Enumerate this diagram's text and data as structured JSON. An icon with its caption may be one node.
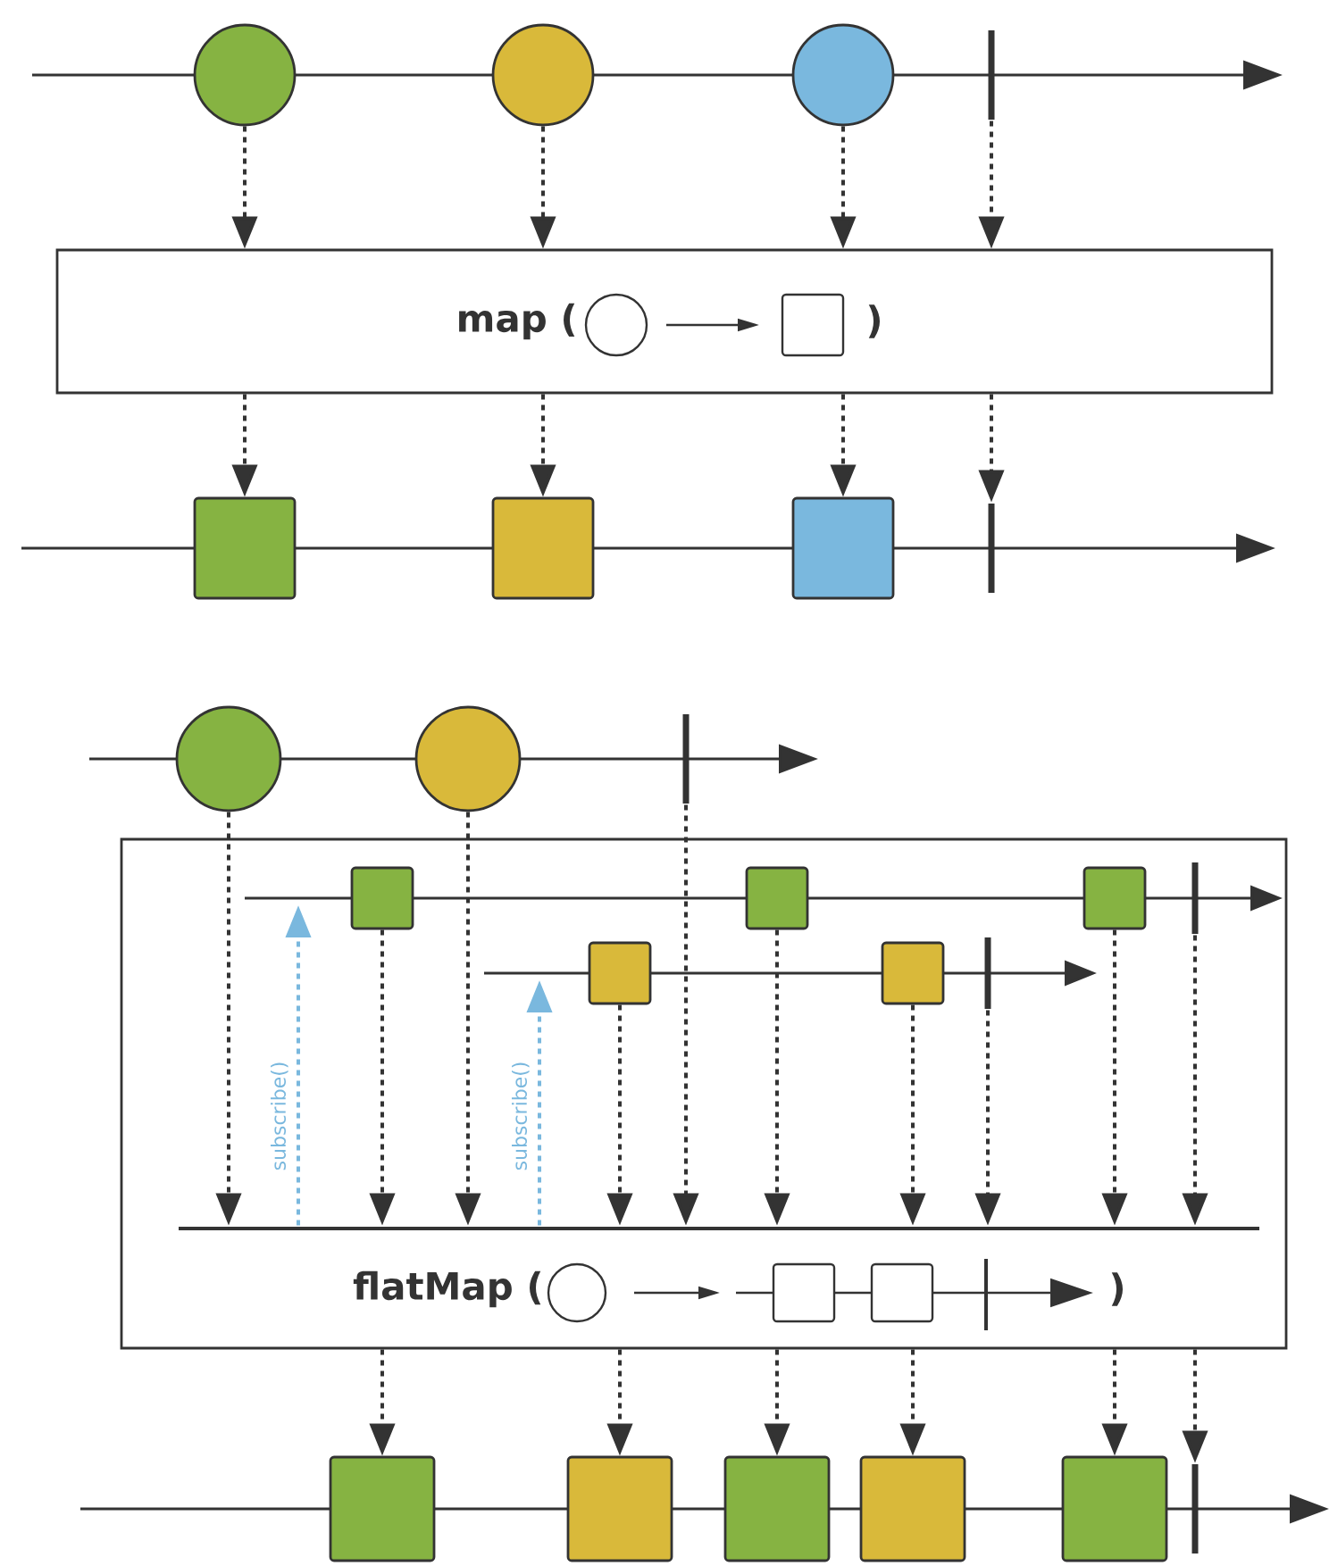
{
  "diagram": {
    "nodes": [
      {
        "text": [],
        "shape": "circle"
      },
      {
        "text": [],
        "shape": "circle"
      },
      {
        "text": [],
        "shape": "circle"
      },
      {
        "text": [],
        "shape": "bar"
      },
      {
        "text": [
          "map (",
          ")"
        ]
      },
      {
        "text": [],
        "shape": "box"
      },
      {
        "text": [],
        "shape": "box"
      },
      {
        "text": [],
        "shape": "box"
      },
      {
        "text": [],
        "shape": "bar"
      },
      {
        "text": [],
        "shape": "circle"
      },
      {
        "text": [],
        "shape": "circle"
      },
      {
        "text": [],
        "shape": "bar"
      },
      {
        "text": [
          "flatMap (",
          ")"
        ]
      },
      {
        "text": [],
        "shape": "box",
        "in": 12
      },
      {
        "text": [],
        "shape": "box",
        "in": 12
      },
      {
        "text": [],
        "shape": "box",
        "in": 12
      },
      {
        "text": [],
        "shape": "bar",
        "in": 12
      },
      {
        "text": [],
        "shape": "box",
        "in": 12
      },
      {
        "text": [],
        "shape": "box",
        "in": 12
      },
      {
        "text": [],
        "shape": "bar",
        "in": 12
      },
      {
        "text": [],
        "shape": "line",
        "in": 12
      },
      {
        "text": [],
        "shape": "box"
      },
      {
        "text": [],
        "shape": "box"
      },
      {
        "text": [],
        "shape": "box"
      },
      {
        "text": [],
        "shape": "box"
      },
      {
        "text": [],
        "shape": "box"
      },
      {
        "text": [],
        "shape": "bar"
      }
    ],
    "edges": [
      {
        "from": 0,
        "to": 4,
        "arrow": "to",
        "style": "dashed"
      },
      {
        "from": 1,
        "to": 4,
        "arrow": "to",
        "style": "dashed"
      },
      {
        "from": 2,
        "to": 4,
        "arrow": "to",
        "style": "dashed"
      },
      {
        "from": 3,
        "to": 4,
        "arrow": "to",
        "style": "dashed"
      },
      {
        "from": 4,
        "to": 5,
        "arrow": "to",
        "style": "dashed"
      },
      {
        "from": 4,
        "to": 6,
        "arrow": "to",
        "style": "dashed"
      },
      {
        "from": 4,
        "to": 7,
        "arrow": "to",
        "style": "dashed"
      },
      {
        "from": 4,
        "to": 8,
        "arrow": "to",
        "style": "dashed"
      },
      {
        "from": 9,
        "to": 20,
        "arrow": "to",
        "style": "dashed"
      },
      {
        "from": 10,
        "to": 20,
        "arrow": "to",
        "style": "dashed"
      },
      {
        "from": 11,
        "to": 20,
        "arrow": "to",
        "style": "dashed"
      },
      {
        "from": 13,
        "to": 20,
        "arrow": "to",
        "style": "dashed"
      },
      {
        "from": 14,
        "to": 20,
        "arrow": "to",
        "style": "dashed"
      },
      {
        "from": 15,
        "to": 20,
        "arrow": "to",
        "style": "dashed"
      },
      {
        "from": 16,
        "to": 20,
        "arrow": "to",
        "style": "dashed"
      },
      {
        "from": 17,
        "to": 20,
        "arrow": "to",
        "style": "dashed"
      },
      {
        "from": 18,
        "to": 20,
        "arrow": "to",
        "style": "dashed"
      },
      {
        "from": 19,
        "to": 20,
        "arrow": "to",
        "style": "dashed"
      },
      {
        "from": 20,
        "to": null,
        "arrow": "to",
        "style": "dashed",
        "color": "#7ab8de",
        "label": "subscribe()"
      },
      {
        "from": 20,
        "to": null,
        "arrow": "to",
        "style": "dashed",
        "color": "#7ab8de",
        "label": "subscribe()"
      },
      {
        "from": 12,
        "to": 21,
        "arrow": "to",
        "style": "dashed"
      },
      {
        "from": 12,
        "to": 22,
        "arrow": "to",
        "style": "dashed"
      },
      {
        "from": 12,
        "to": 23,
        "arrow": "to",
        "style": "dashed"
      },
      {
        "from": 12,
        "to": 24,
        "arrow": "to",
        "style": "dashed"
      },
      {
        "from": 12,
        "to": 25,
        "arrow": "to",
        "style": "dashed"
      },
      {
        "from": 12,
        "to": 26,
        "arrow": "to",
        "style": "dashed"
      }
    ]
  }
}
